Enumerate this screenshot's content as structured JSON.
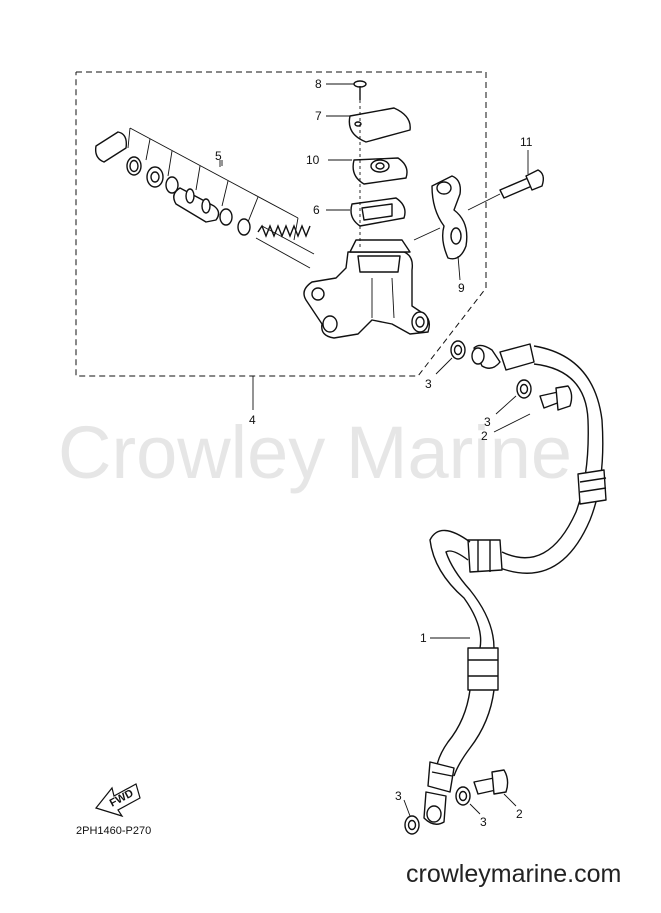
{
  "watermark": "Crowley Marine",
  "website": "crowleymarine.com",
  "reference_code": "2PH1460-P270",
  "fwd_label": "FWD",
  "callouts": {
    "c1": "1",
    "c2a": "2",
    "c2b": "2",
    "c3a": "3",
    "c3b": "3",
    "c3c": "3",
    "c3d": "3",
    "c4": "4",
    "c5": "5",
    "c6": "6",
    "c7": "7",
    "c8": "8",
    "c9": "9",
    "c10": "10",
    "c11": "11"
  },
  "colors": {
    "line": "#111111",
    "watermark": "#e6e6e6",
    "background": "#ffffff"
  }
}
